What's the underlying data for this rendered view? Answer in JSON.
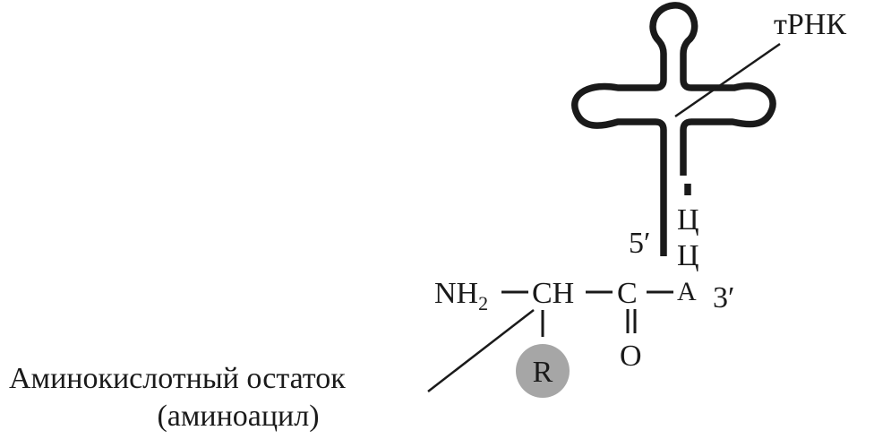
{
  "labels": {
    "trna": "тРНК",
    "five_prime": "5′",
    "three_prime": "3′",
    "nucleotide_c1": "Ц",
    "nucleotide_c2": "Ц",
    "nucleotide_a": "А",
    "nh": "NH",
    "nh_subscript": "2",
    "ch": "CH",
    "c": "C",
    "o": "O",
    "r": "R",
    "residue_line1": "Аминокислотный остаток",
    "residue_line2": "(аминоацил)"
  },
  "colors": {
    "ink": "#1a1a1a",
    "r_circle": "#a6a6a6"
  }
}
